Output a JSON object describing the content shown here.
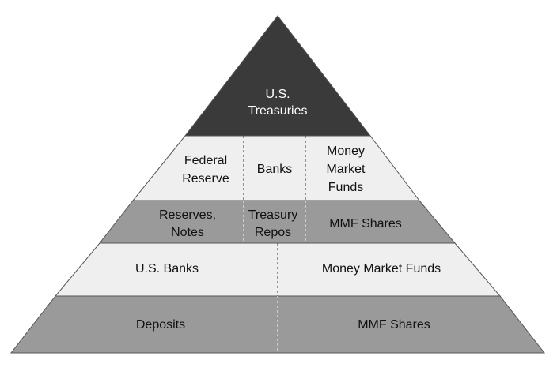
{
  "pyramid": {
    "apex": {
      "lines": [
        "U.S.",
        "Treasuries"
      ]
    },
    "tier2": {
      "federal_reserve": [
        "Federal",
        "Reserve"
      ],
      "banks": [
        "Banks"
      ],
      "mmf": [
        "Money",
        "Market",
        "Funds"
      ]
    },
    "tier3": {
      "reserves_notes": [
        "Reserves,",
        "Notes"
      ],
      "treasury_repos": [
        "Treasury",
        "Repos"
      ],
      "mmf_shares": [
        "MMF Shares"
      ]
    },
    "tier4": {
      "us_banks": [
        "U.S. Banks"
      ],
      "money_market_funds": [
        "Money Market Funds"
      ]
    },
    "tier5": {
      "deposits": [
        "Deposits"
      ],
      "mmf_shares": [
        "MMF Shares"
      ]
    }
  },
  "colors": {
    "apex": "#3a3a3a",
    "light": "#efefef",
    "mid": "#9a9a9a",
    "outline": "#555555",
    "divider": "#ffffff",
    "divider_dark": "#333333"
  }
}
